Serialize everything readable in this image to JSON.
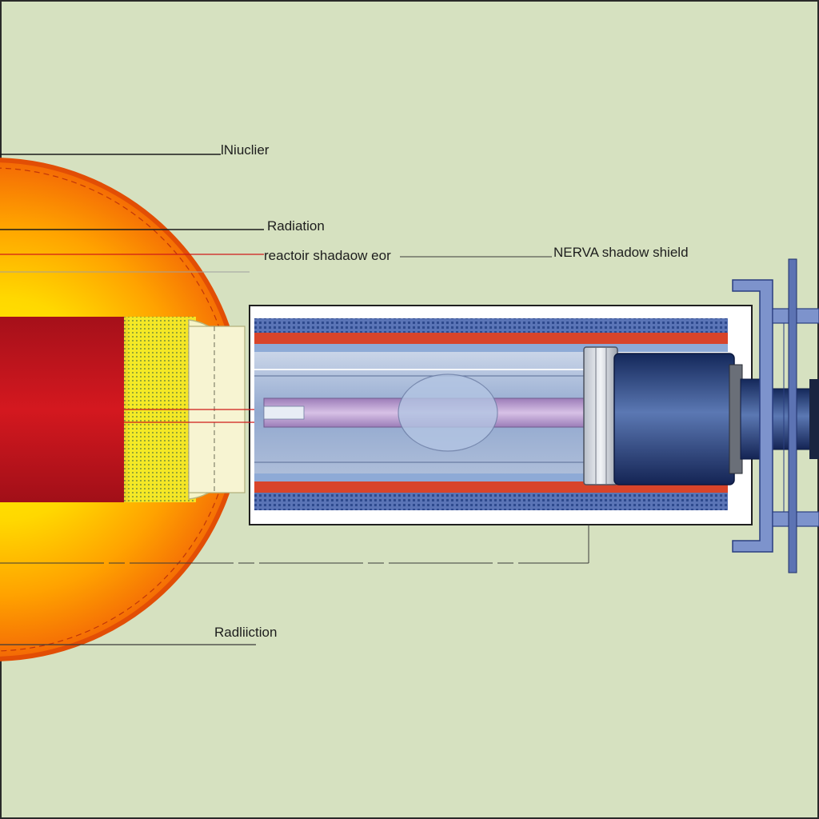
{
  "diagram": {
    "labels": {
      "nuclear": "lNiuclier",
      "radiation_top": "Radiation",
      "reactor_shadow": "reactoir shadaow eor",
      "nerva_shield": "NERVA shadow shield",
      "radiation_bottom": "Radliiction"
    }
  },
  "colors": {
    "background": "#d6e1c0",
    "sun_outer": "#f25a05",
    "sun_inner": "#fff200",
    "reactor_core": "#c8141b",
    "casing_blue": "#3f5a9c",
    "casing_red": "#d23a1f",
    "nozzle": "#1f3672",
    "fuel_rod": "#b490c8"
  }
}
